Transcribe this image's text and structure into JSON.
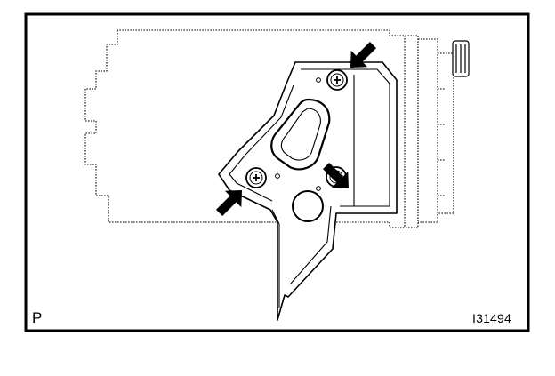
{
  "figure": {
    "corner_label": "P",
    "figure_id": "I31494"
  },
  "callouts": {
    "count": 3,
    "icon": "arrow-icon",
    "target": "screw-icon"
  },
  "colors": {
    "ink": "#000000",
    "paper": "#ffffff"
  }
}
